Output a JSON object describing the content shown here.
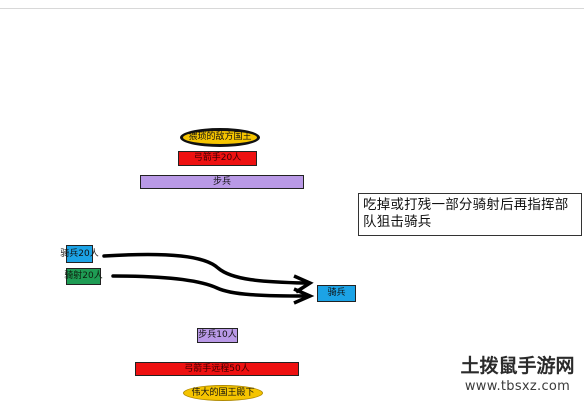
{
  "diagram": {
    "enemy": {
      "king": "猥琐的敌方国王",
      "archers": "弓箭手20人",
      "infantry": "步兵"
    },
    "note": "吃掉或打残一部分骑射后再指挥部队狙击骑兵",
    "ours": {
      "cavalry": "骑兵20人",
      "horse_archers": "骑射20人",
      "target_cavalry": "骑兵",
      "infantry": "步兵10人",
      "archers": "弓箭手远程50人",
      "king": "伟大的国王殿下"
    },
    "colors": {
      "king": "#f5c400",
      "archers": "#ee1111",
      "infantry": "#b999e6",
      "cavalry": "#1ca3e6",
      "horse_archers": "#1e9c54",
      "arrow": "#000000"
    }
  },
  "watermark": {
    "name": "土拨鼠手游网",
    "url": "www.tbsxz.com"
  }
}
